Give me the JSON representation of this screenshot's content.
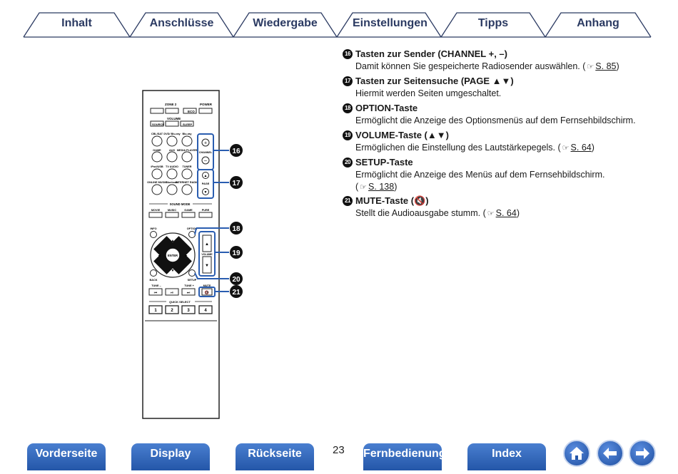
{
  "tabs": [
    {
      "label": "Inhalt"
    },
    {
      "label": "Anschlüsse"
    },
    {
      "label": "Wiedergabe"
    },
    {
      "label": "Einstellungen"
    },
    {
      "label": "Tipps"
    },
    {
      "label": "Anhang"
    }
  ],
  "items": [
    {
      "num": "16",
      "title": "Tasten zur Sender (CHANNEL +, –)",
      "body": "Damit können Sie gespeicherte Radiosender auswählen. (",
      "ref": "S. 85",
      "tail": ")"
    },
    {
      "num": "17",
      "title": "Tasten zur Seitensuche (PAGE ▲▼)",
      "body": "Hiermit werden Seiten umgeschaltet.",
      "ref": "",
      "tail": ""
    },
    {
      "num": "18",
      "title": "OPTION-Taste",
      "body": "Ermöglicht die Anzeige des Optionsmenüs auf dem Fernsehbildschirm.",
      "ref": "",
      "tail": ""
    },
    {
      "num": "19",
      "title": "VOLUME-Taste (▲▼)",
      "body": "Ermöglichen die Einstellung des Lautstärkepegels.  (",
      "ref": "S. 64",
      "tail": ")"
    },
    {
      "num": "20",
      "title": "SETUP-Taste",
      "body": "Ermöglicht die Anzeige des Menüs auf dem Fernsehbildschirm.",
      "body2": "(",
      "ref": "S. 138",
      "tail": ")"
    },
    {
      "num": "21",
      "title": "MUTE-Taste (🔇)",
      "body": "Stellt die Audioausgabe stumm. (",
      "ref": "S. 64",
      "tail": ")"
    }
  ],
  "remote": {
    "zone2": "ZONE 2",
    "power": "POWER",
    "eco": "ECO",
    "volume": "VOLUME",
    "sleep": "SLEEP",
    "source": "SOURCE",
    "row1": [
      "CBL/SAT",
      "DVD/ Blu-ray",
      "Blu-ray"
    ],
    "row2": [
      "GAME",
      "AUX",
      "MEDIA PLAYER"
    ],
    "row3": [
      "iPod/USB",
      "TV AUDIO",
      "TUNER"
    ],
    "row4": [
      "ONLINE MUSIC",
      "Bluetooth",
      "INTERNET RADIO"
    ],
    "channel": "CHANNEL",
    "page": "PAGE",
    "sound_mode": "SOUND MODE",
    "modes": [
      "MOVIE",
      "MUSIC",
      "GAME",
      "PURE"
    ],
    "info": "INFO",
    "option": "OPTION",
    "enter": "ENTER",
    "vol": "VOLUME",
    "back": "BACK",
    "setup": "SETUP",
    "tune_minus": "TUNE –",
    "tune_plus": "TUNE +",
    "mute": "MUTE",
    "quick_select": "QUICK SELECT",
    "quick": [
      "1",
      "2",
      "3",
      "4"
    ],
    "callouts": [
      "16",
      "17",
      "18",
      "19",
      "20",
      "21"
    ]
  },
  "nav": {
    "front": "Vorderseite",
    "display": "Display",
    "back": "Rückseite",
    "remote": "Fernbedienung",
    "index": "Index",
    "page": "23"
  },
  "icons": {
    "home": "home-icon",
    "back": "arrow-left-icon",
    "forward": "arrow-right-icon",
    "ref": "pointing-hand-icon"
  },
  "colors": {
    "tab_text": "#2b3a62",
    "nav_blue": "#2456a8",
    "highlight": "#2a5db0"
  }
}
